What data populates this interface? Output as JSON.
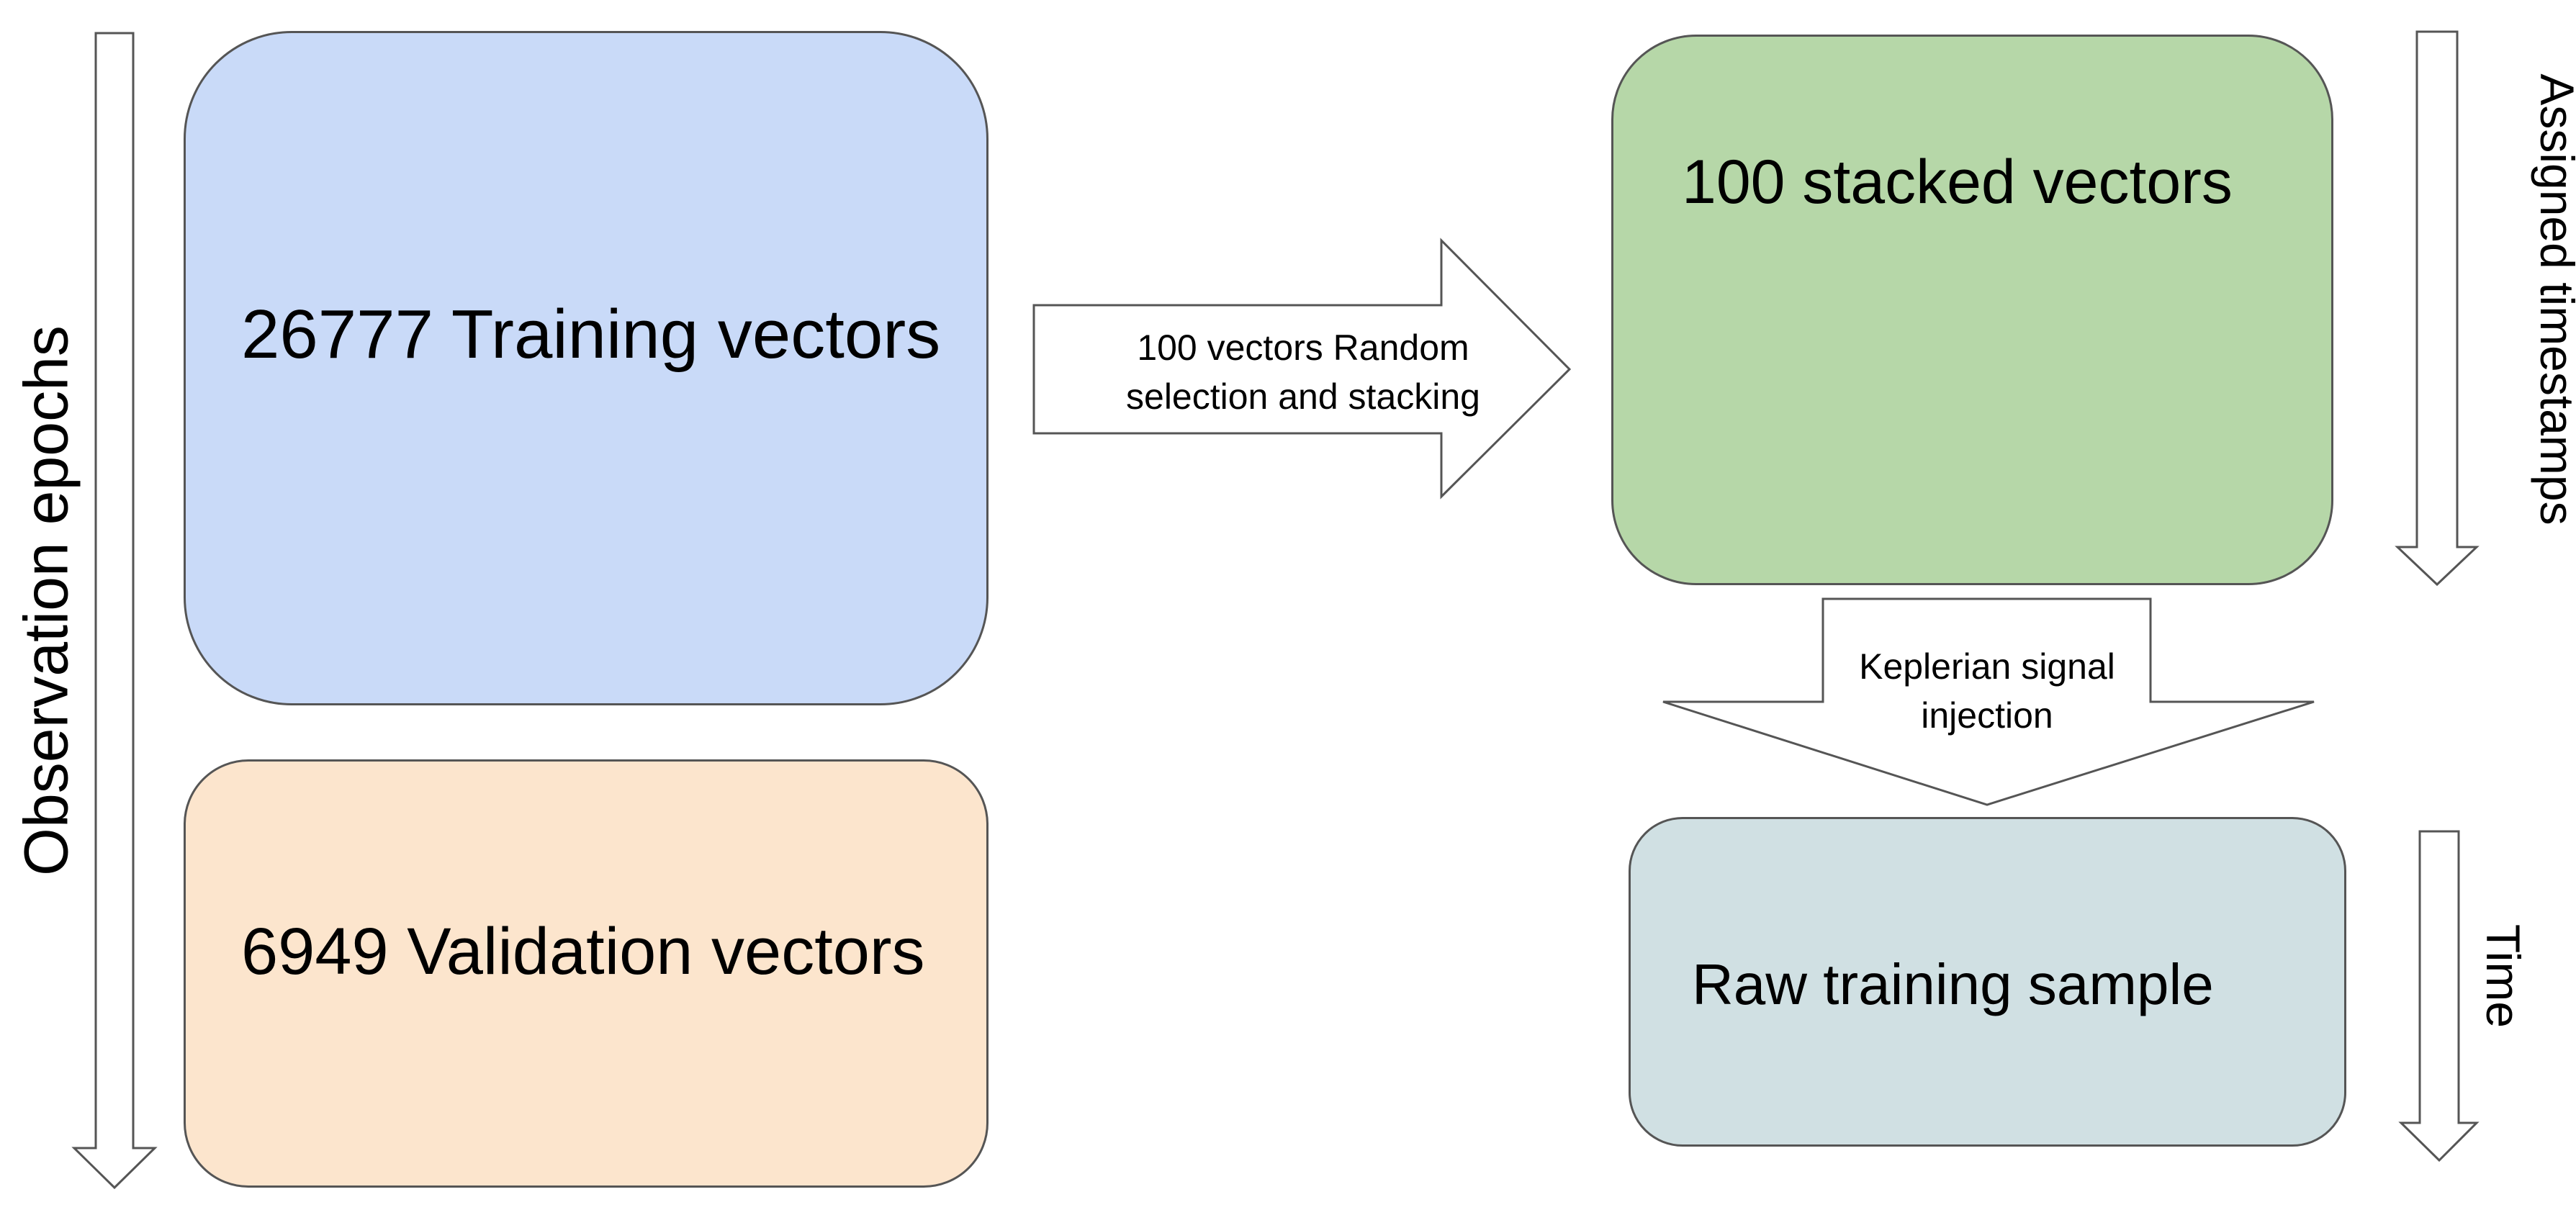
{
  "axis_labels": {
    "observation_epochs": "Observation epochs",
    "assigned_timestamps": "Assigned timestamps",
    "time": "Time"
  },
  "boxes": {
    "training": {
      "label": "26777 Training vectors",
      "color": "#c9daf8"
    },
    "validation": {
      "label": "6949 Validation vectors",
      "color": "#fce5cd"
    },
    "stacked": {
      "label": "100 stacked vectors",
      "color": "#b6d7a8"
    },
    "raw_sample": {
      "label": "Raw training sample",
      "color": "#d0e0e3"
    }
  },
  "arrows": {
    "random_selection": {
      "line1": "100 vectors Random",
      "line2": "selection and stacking"
    },
    "keplerian": {
      "line1": "Keplerian signal",
      "line2": "injection"
    }
  },
  "colors": {
    "outline": "#555555"
  }
}
